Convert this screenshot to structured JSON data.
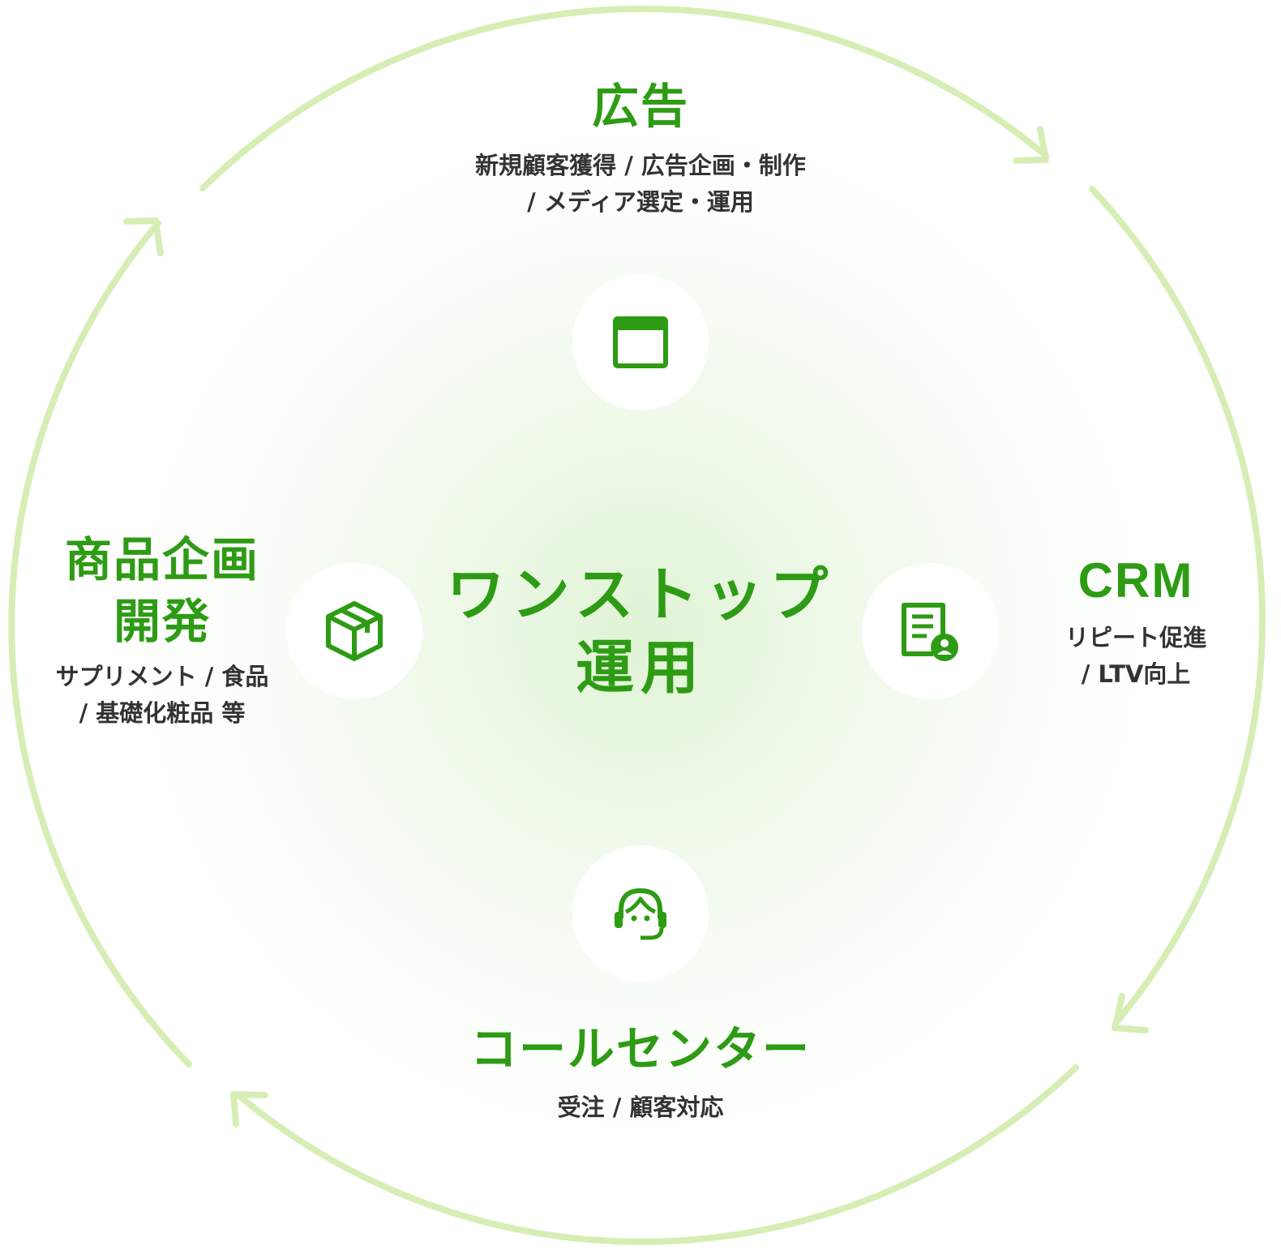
{
  "colors": {
    "accent": "#2e9b14",
    "ring": "#d6eeb5",
    "text": "#333333",
    "node_bg": "#ffffff"
  },
  "center": {
    "line1": "ワンストップ",
    "line2": "運用"
  },
  "nodes": {
    "ad": {
      "title": "広告",
      "desc_line1": "新規顧客獲得 / 広告企画・制作",
      "desc_line2": "/ メディア選定・運用",
      "icon": "browser-window-icon"
    },
    "crm": {
      "title": "CRM",
      "desc_line1": "リピート促進",
      "desc_line2": "/ LTV向上",
      "icon": "document-user-icon"
    },
    "callcenter": {
      "title": "コールセンター",
      "desc_line1": "受注 / 顧客対応",
      "icon": "headset-operator-icon"
    },
    "product": {
      "title_line1": "商品企画",
      "title_line2": "開発",
      "desc_line1": "サプリメント / 食品",
      "desc_line2": "/ 基礎化粧品 等",
      "icon": "package-box-icon"
    }
  }
}
